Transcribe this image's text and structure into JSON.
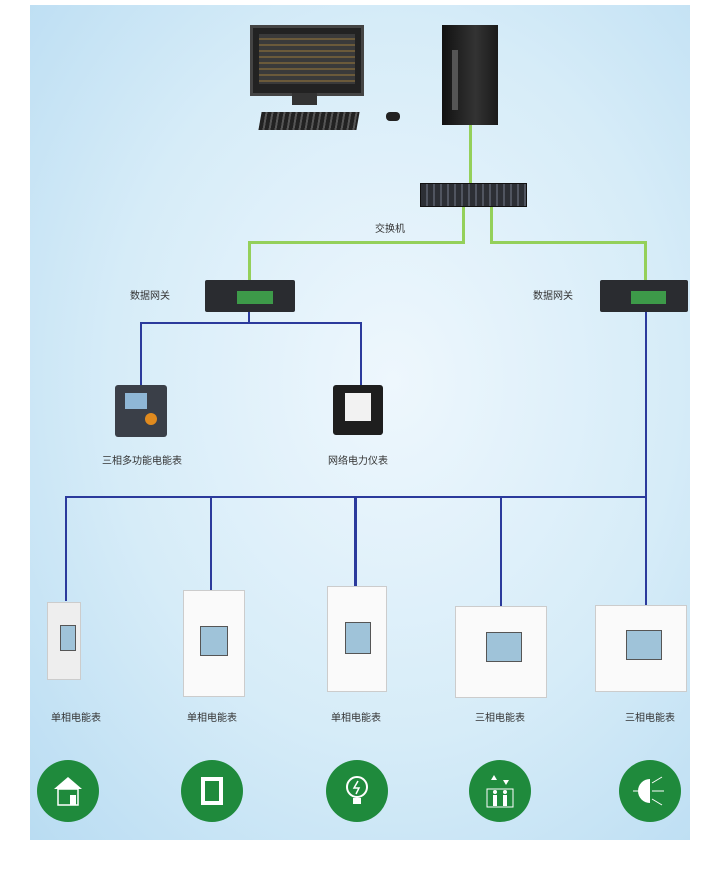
{
  "labels": {
    "switch": "交换机",
    "gateway_left": "数据网关",
    "gateway_right": "数据网关",
    "multi_meter": "三相多功能电能表",
    "network_meter": "网络电力仪表",
    "meters": [
      "单相电能表",
      "单相电能表",
      "单相电能表",
      "三相电能表",
      "三相电能表"
    ]
  },
  "icons": [
    "house-icon",
    "socket-icon",
    "lightbulb-icon",
    "elevator-icon",
    "lighting-icon"
  ],
  "colors": {
    "ethernet_line": "#94d05a",
    "bus_line": "#2b3a9c",
    "icon_circle": "#1f8a3c"
  }
}
